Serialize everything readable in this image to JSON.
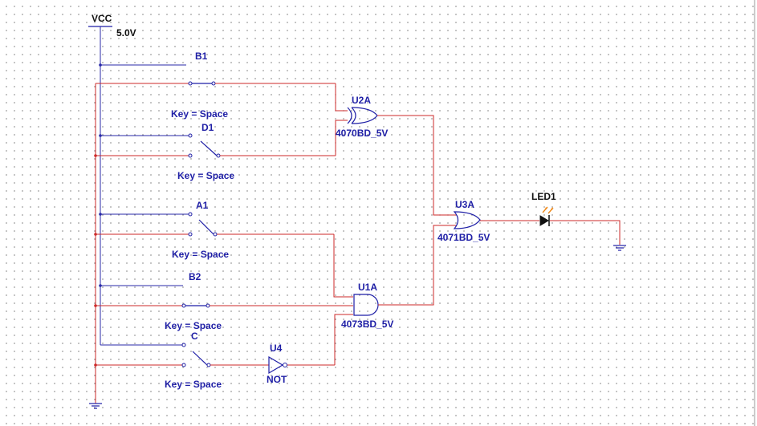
{
  "supply": {
    "name": "VCC",
    "voltage": "5.0V"
  },
  "switches": [
    {
      "ref": "B1",
      "key": ""
    },
    {
      "ref": "D1",
      "key": "Key = Space"
    },
    {
      "ref": "A1",
      "key": "Key = Space"
    },
    {
      "ref": "B2",
      "key": "Key = Space"
    },
    {
      "ref": "C",
      "key": "Key = Space"
    }
  ],
  "extra_key_label": "Key = Space",
  "gates": [
    {
      "ref": "U2A",
      "part": "4070BD_5V",
      "type": "XOR"
    },
    {
      "ref": "U1A",
      "part": "4073BD_5V",
      "type": "AND"
    },
    {
      "ref": "U3A",
      "part": "4071BD_5V",
      "type": "OR"
    },
    {
      "ref": "U4",
      "part": "NOT",
      "type": "NOT"
    }
  ],
  "led": {
    "ref": "LED1"
  },
  "colors": {
    "wire_red": "#cc2a2a",
    "wire_blue": "#2a2aa8",
    "symbol": "#1f1fa6",
    "led_rays": "#f08a1c"
  }
}
